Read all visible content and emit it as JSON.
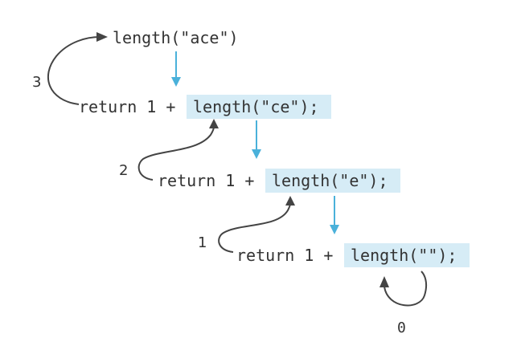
{
  "colors": {
    "highlight": "#d6ecf6",
    "down_arrow": "#4ab1da",
    "return_arrow": "#444444",
    "text": "#333333"
  },
  "levels": [
    {
      "prefix": "",
      "call": "length(\"ace\")",
      "suffix": ""
    },
    {
      "prefix": "return 1 + ",
      "call": "length(\"ce\")",
      "suffix": ";"
    },
    {
      "prefix": "return 1 + ",
      "call": "length(\"e\")",
      "suffix": ";"
    },
    {
      "prefix": "return 1 + ",
      "call": "length(\"\")",
      "suffix": ";"
    }
  ],
  "return_values": [
    "3",
    "2",
    "1",
    "0"
  ]
}
